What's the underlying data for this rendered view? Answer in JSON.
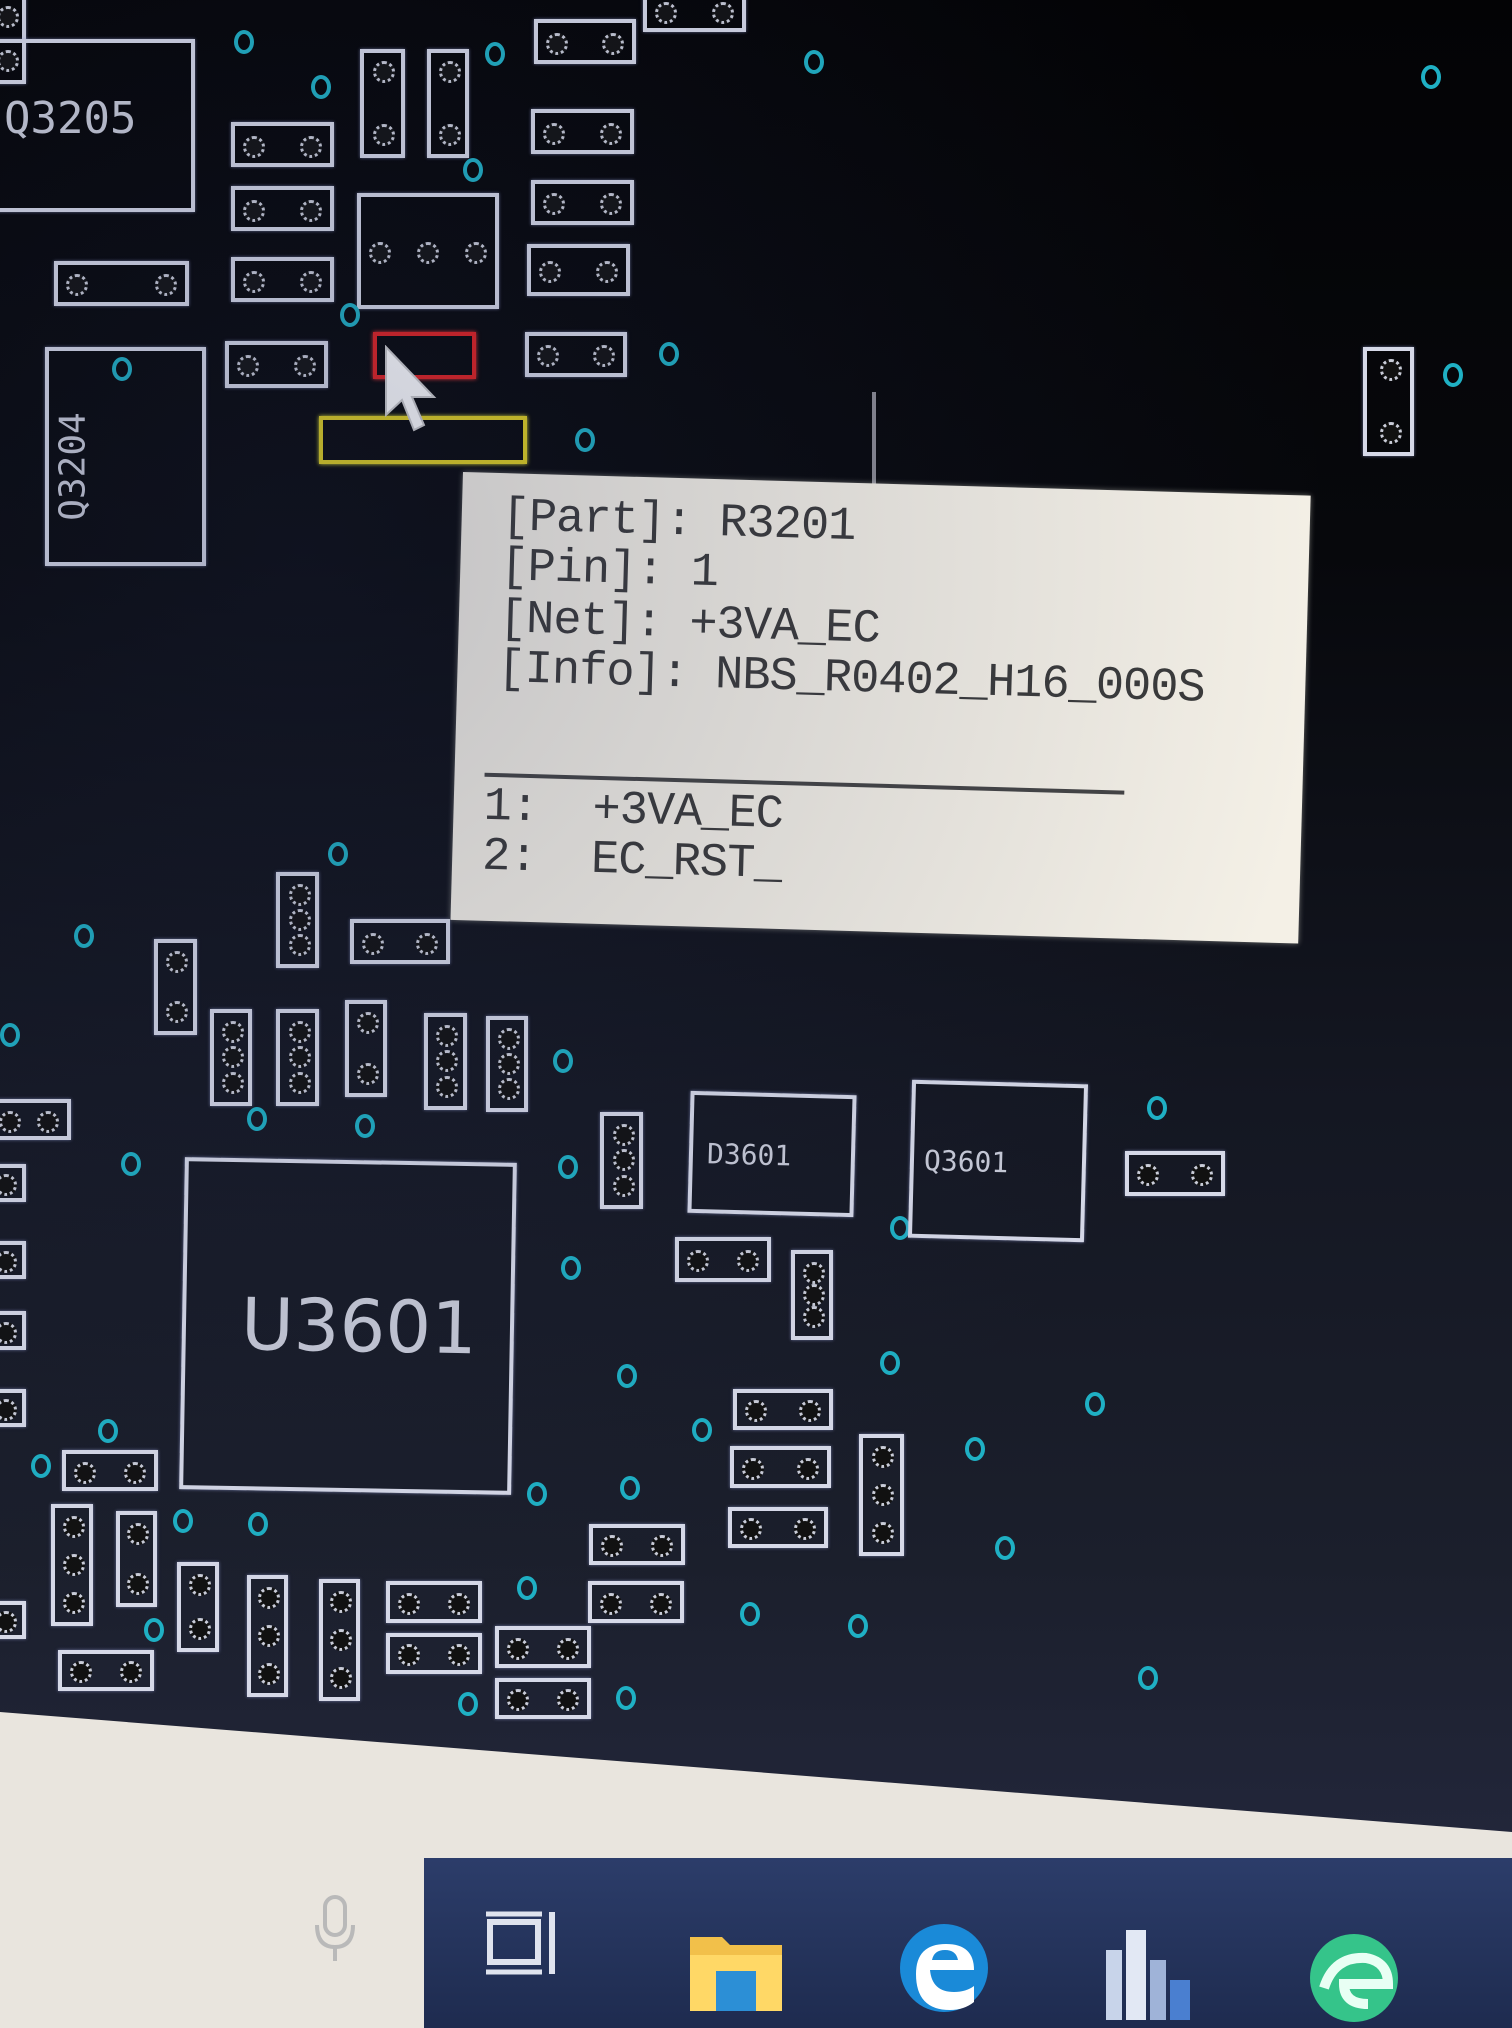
{
  "window": {
    "type": "PCB board viewer"
  },
  "board": {
    "labels": {
      "q3205": "Q3205",
      "q3204": "Q3204",
      "u3601": "U3601",
      "d3601": "D3601",
      "q3601": "Q3601"
    },
    "selected_pin_color": "#e02020",
    "selected_part_color": "#e0d020",
    "via_color": "#1fb0c4",
    "outline_color": "#d6d9e8"
  },
  "tooltip": {
    "part_label": "[Part]:",
    "part_value": "R3201",
    "pin_label": "[Pin]:",
    "pin_value": "1",
    "net_label": "[Net]:",
    "net_value": "+3VA_EC",
    "info_label": "[Info]:",
    "info_value": "NBS_R0402_H16_000S",
    "pins": [
      {
        "num": "1:",
        "net": "+3VA_EC"
      },
      {
        "num": "2:",
        "net": "EC_RST_"
      }
    ]
  },
  "taskbar": {
    "icons": [
      "microphone-icon",
      "task-view-icon",
      "file-explorer-icon",
      "edge-icon",
      "city-app-icon",
      "edge-canary-icon"
    ]
  }
}
